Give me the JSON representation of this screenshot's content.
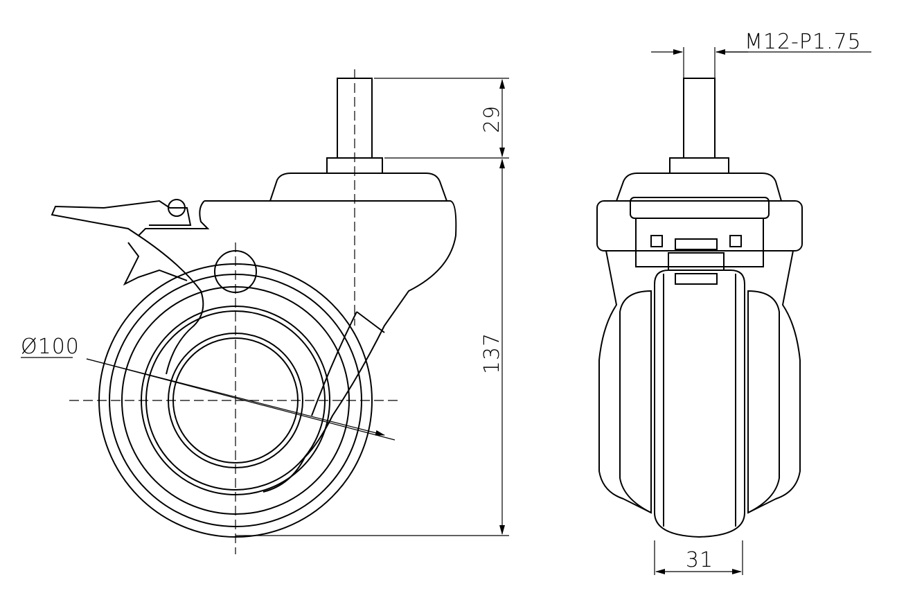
{
  "drawing": {
    "title": "Swivel caster with brake - technical drawing",
    "dimensions": {
      "thread": "M12-P1.75",
      "stem_height": "29",
      "total_height": "137",
      "wheel_diameter": "Ø100",
      "wheel_width": "31"
    },
    "colors": {
      "line": "#000000",
      "background": "#ffffff"
    }
  }
}
